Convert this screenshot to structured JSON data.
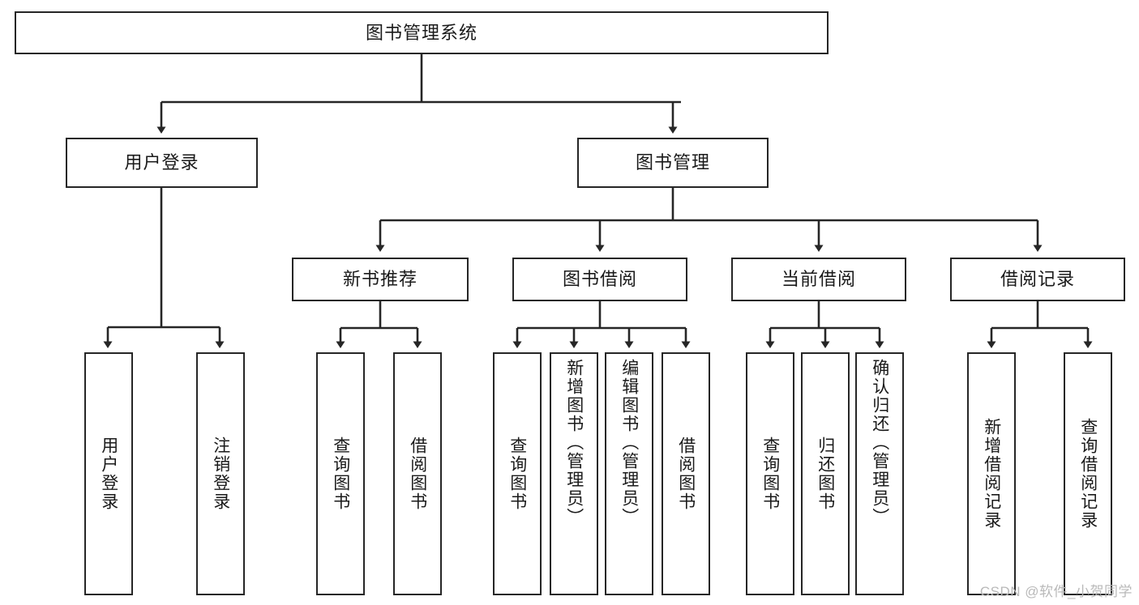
{
  "diagram": {
    "title": "图书管理系统",
    "type": "tree",
    "colors": {
      "stroke": "#262626",
      "box_fill": "#ffffff",
      "text": "#1a1a1a",
      "watermark": "#b9b9b9",
      "background": "#ffffff"
    },
    "root": {
      "label": "图书管理系统"
    },
    "level2": [
      {
        "label": "用户登录"
      },
      {
        "label": "图书管理"
      }
    ],
    "level3": [
      {
        "label": "新书推荐"
      },
      {
        "label": "图书借阅"
      },
      {
        "label": "当前借阅"
      },
      {
        "label": "借阅记录"
      }
    ],
    "leaves": {
      "user_login": [
        {
          "label": "用户登录"
        },
        {
          "label": "注销登录"
        }
      ],
      "new_book_recommend": [
        {
          "label": "查询图书"
        },
        {
          "label": "借阅图书"
        }
      ],
      "book_borrow": [
        {
          "label": "查询图书"
        },
        {
          "label": "新增图书（管理员）"
        },
        {
          "label": "编辑图书（管理员）"
        },
        {
          "label": "借阅图书"
        }
      ],
      "current_borrow": [
        {
          "label": "查询图书"
        },
        {
          "label": "归还图书"
        },
        {
          "label": "确认归还（管理员）"
        }
      ],
      "borrow_record": [
        {
          "label": "新增借阅记录"
        },
        {
          "label": "查询借阅记录"
        }
      ]
    }
  },
  "watermark": {
    "text": "CSDN @软件_小贺同学"
  }
}
